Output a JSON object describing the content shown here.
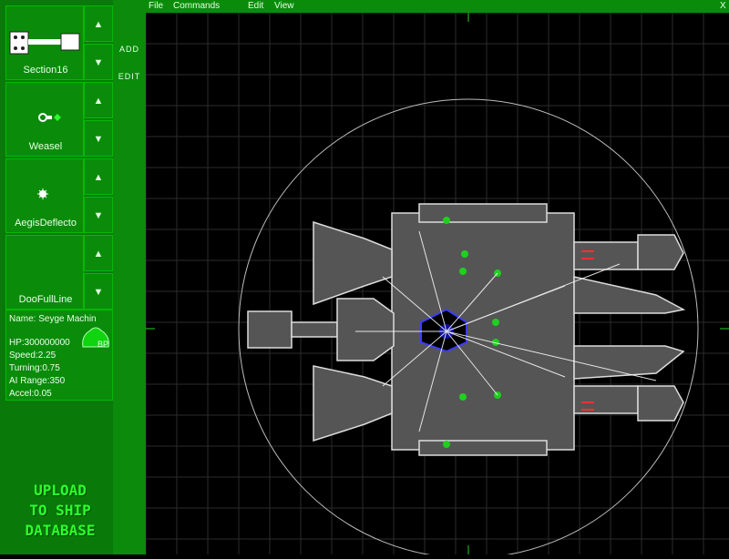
{
  "menu": {
    "file": "File",
    "commands": "Commands",
    "edit": "Edit",
    "view": "View",
    "close": "X"
  },
  "modes": {
    "add": "ADD",
    "edit": "EDIT"
  },
  "parts": [
    {
      "label": "Section16",
      "icon": "section-part-icon"
    },
    {
      "label": "Weasel",
      "icon": "weasel-part-icon"
    },
    {
      "label": "AegisDeflecto",
      "icon": "aegis-deflector-part-icon"
    },
    {
      "label": "DooFullLine",
      "icon": "doo-full-line-part-icon"
    }
  ],
  "arrows": {
    "up": "▲",
    "down": "▼"
  },
  "stats": {
    "name": "Name: Seyge Machin",
    "hp": "HP:300000000",
    "speed": "Speed:2.25",
    "turning": "Turning:0.75",
    "ai_range": "AI Range:350",
    "accel": "Accel:0.05",
    "bp_badge": "BP"
  },
  "upload": {
    "line1": "UPLOAD",
    "line2": "TO SHIP",
    "line3": "DATABASE"
  },
  "colors": {
    "panel": "#0a8c0a",
    "grid": "#2a2a2a",
    "accent": "#2dff2d"
  }
}
